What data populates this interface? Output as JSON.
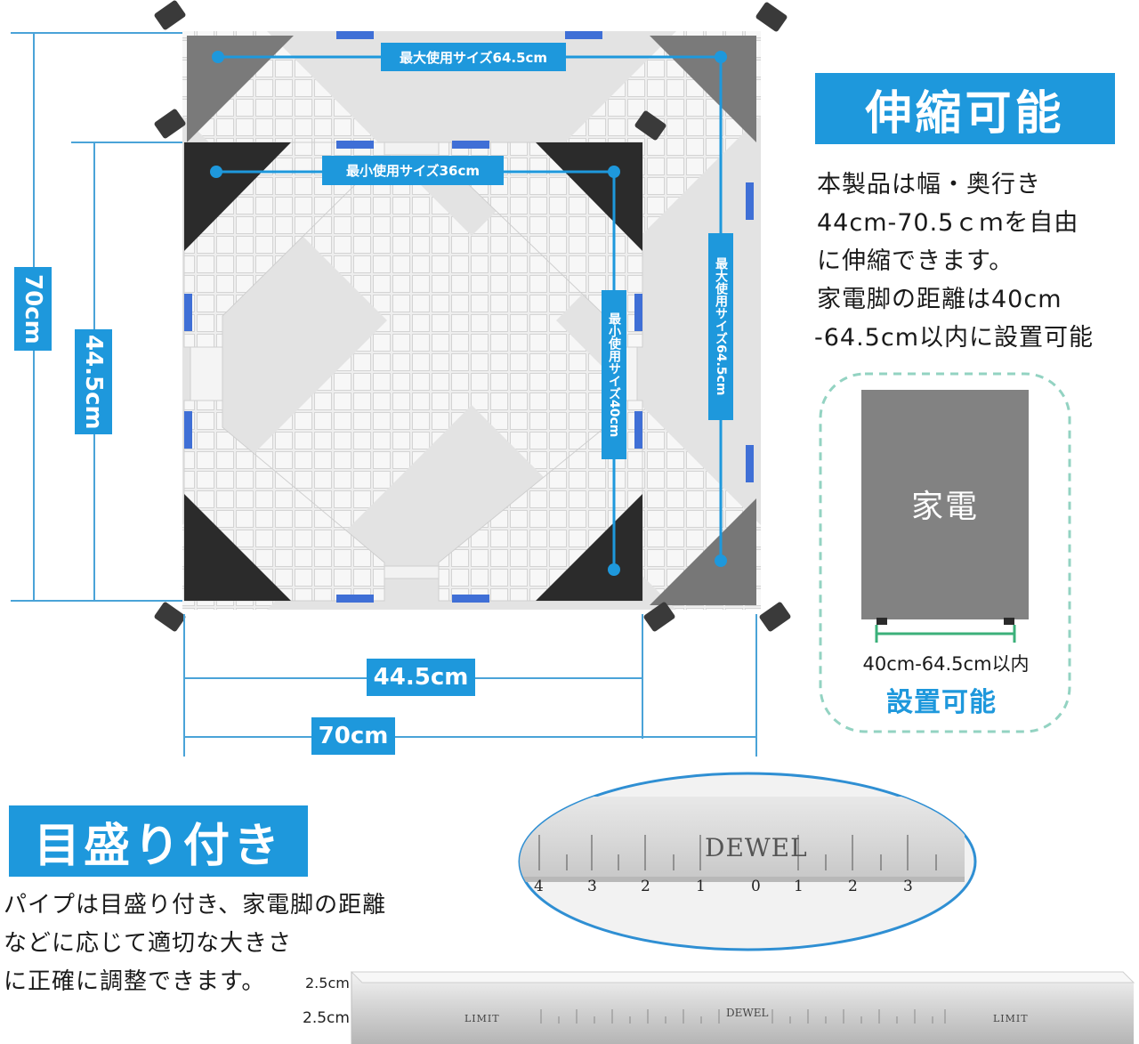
{
  "product": {
    "max_size_label": "最大使用サイズ64.5cm",
    "min_size_label": "最小使用サイズ36cm",
    "min_size_vertical": "最小使用サイズ40cm",
    "max_size_vertical": "最大使用サイズ64.5cm"
  },
  "dimensions": {
    "outer_height": "70cm",
    "inner_height": "44.5cm",
    "inner_width": "44.5cm",
    "outer_width": "70cm"
  },
  "section_extend": {
    "heading": "伸縮可能",
    "lines": [
      "本製品は幅・奥行き",
      "44cm-70.5ｃｍを自由",
      "に伸縮できます。",
      "家電脚の距離は40cm",
      "-64.5cm以内に設置可能"
    ]
  },
  "appliance_box": {
    "label": "家電",
    "range": "40cm-64.5cm以内",
    "note": "設置可能"
  },
  "section_scale": {
    "heading": "目盛り付き",
    "lines": [
      "パイプは目盛り付き、家電脚の距離",
      "などに応じて適切な大きさ",
      "に正確に調整できます。"
    ]
  },
  "pipe": {
    "brand": "DEWEL",
    "scale_numbers": [
      "4",
      "3",
      "2",
      "1",
      "0",
      "1",
      "2",
      "3"
    ],
    "size_top": "2.5cm",
    "size_side": "2.5cm",
    "limit_left": "LIMIT",
    "limit_right": "LIMIT"
  },
  "colors": {
    "accent": "#1e98dc",
    "corner_dark": "#2b2b2b",
    "corner_grey": "#777777",
    "green": "#3bb07a"
  }
}
